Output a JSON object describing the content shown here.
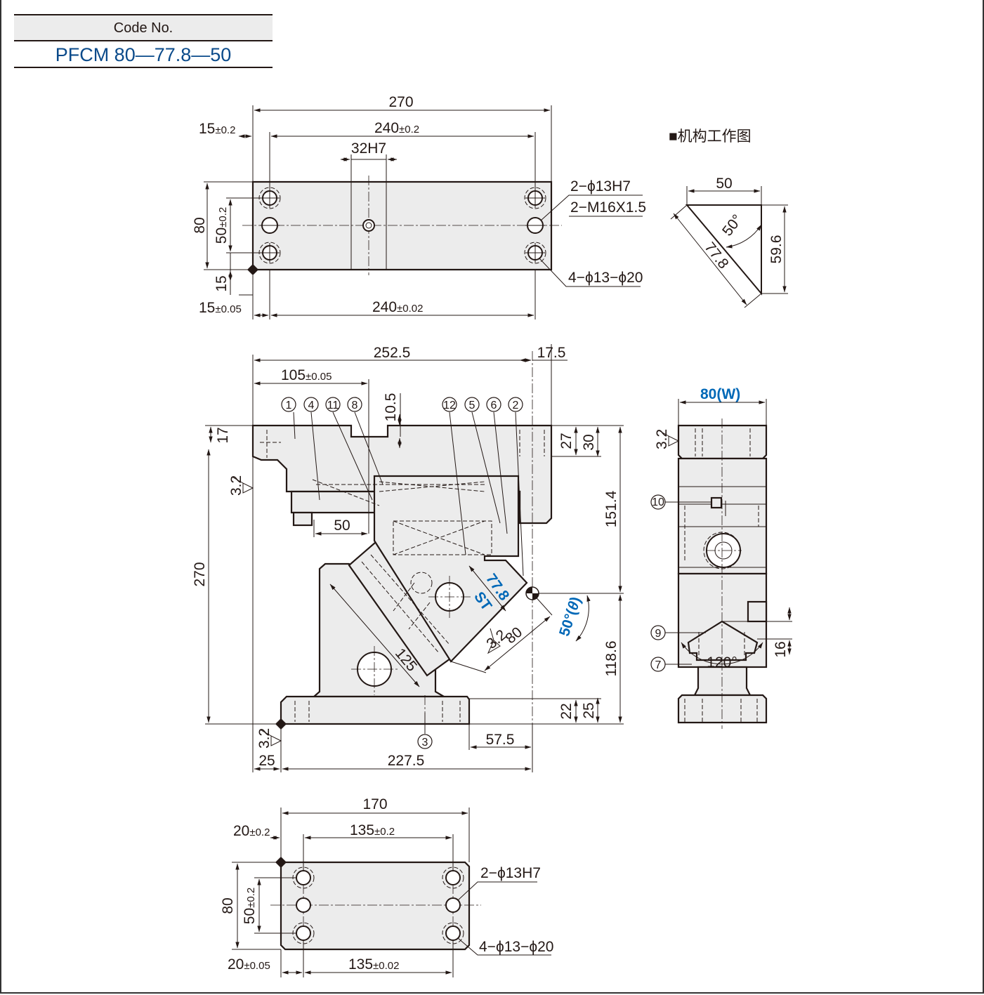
{
  "header": {
    "code_label": "Code No.",
    "code_value": "PFCM 80—77.8—50"
  },
  "top_view": {
    "overall_width": "270",
    "hole_pitch": "240",
    "hole_pitch_tol": "±0.2",
    "edge_offset": "15",
    "edge_offset_tol": "±0.2",
    "slot_width": "32H7",
    "height": "80",
    "hole_pitch_v": "50",
    "hole_pitch_v_tol": "±0.2",
    "edge_offset_v": "15",
    "bottom_edge_offset": "15",
    "bottom_edge_offset_tol": "±0.05",
    "bottom_pitch": "240",
    "bottom_pitch_tol": "±0.02",
    "callout_dowel": "2−ϕ13H7",
    "callout_tap": "2−M16X1.5",
    "callout_cbore": "4−ϕ13−ϕ20"
  },
  "mechanism": {
    "title": "■机构工作图",
    "width": "50",
    "angle": "50°",
    "stroke": "77.8",
    "height": "59.6"
  },
  "front_view": {
    "overall_width": "252.5",
    "right_offset": "17.5",
    "left_offset": "105",
    "left_offset_tol": "±0.05",
    "step_depth": "10.5",
    "top_thickness": "17",
    "right_step_27": "27",
    "right_step_30": "30",
    "overall_height": "270",
    "upper_height": "151.4",
    "lower_height": "118.6",
    "rod_length": "50",
    "stroke": "77.8",
    "stroke_label": "ST",
    "slide_width": "80",
    "guide_length": "125",
    "angle": "50°",
    "angle_symbol": "θ",
    "base_thickness_22": "22",
    "base_thickness_25": "25",
    "base_right": "57.5",
    "base_left": "25",
    "base_width": "227.5",
    "roughness": "3.2",
    "balloons": [
      "1",
      "4",
      "11",
      "8",
      "12",
      "5",
      "6",
      "2",
      "3"
    ]
  },
  "side_view": {
    "width": "80",
    "width_label": "W",
    "balloons": [
      "10",
      "9",
      "7"
    ],
    "v_angle": "120°",
    "v_depth": "16",
    "roughness": "3.2"
  },
  "bottom_view": {
    "overall_width": "170",
    "edge_offset": "20",
    "edge_offset_tol": "±0.2",
    "hole_pitch": "135",
    "hole_pitch_tol": "±0.2",
    "height": "80",
    "hole_pitch_v": "50",
    "hole_pitch_v_tol": "±0.2",
    "bottom_edge_offset": "20",
    "bottom_edge_offset_tol": "±0.05",
    "bottom_pitch": "135",
    "bottom_pitch_tol": "±0.02",
    "callout_dowel": "2−ϕ13H7",
    "callout_cbore": "4−ϕ13−ϕ20"
  }
}
